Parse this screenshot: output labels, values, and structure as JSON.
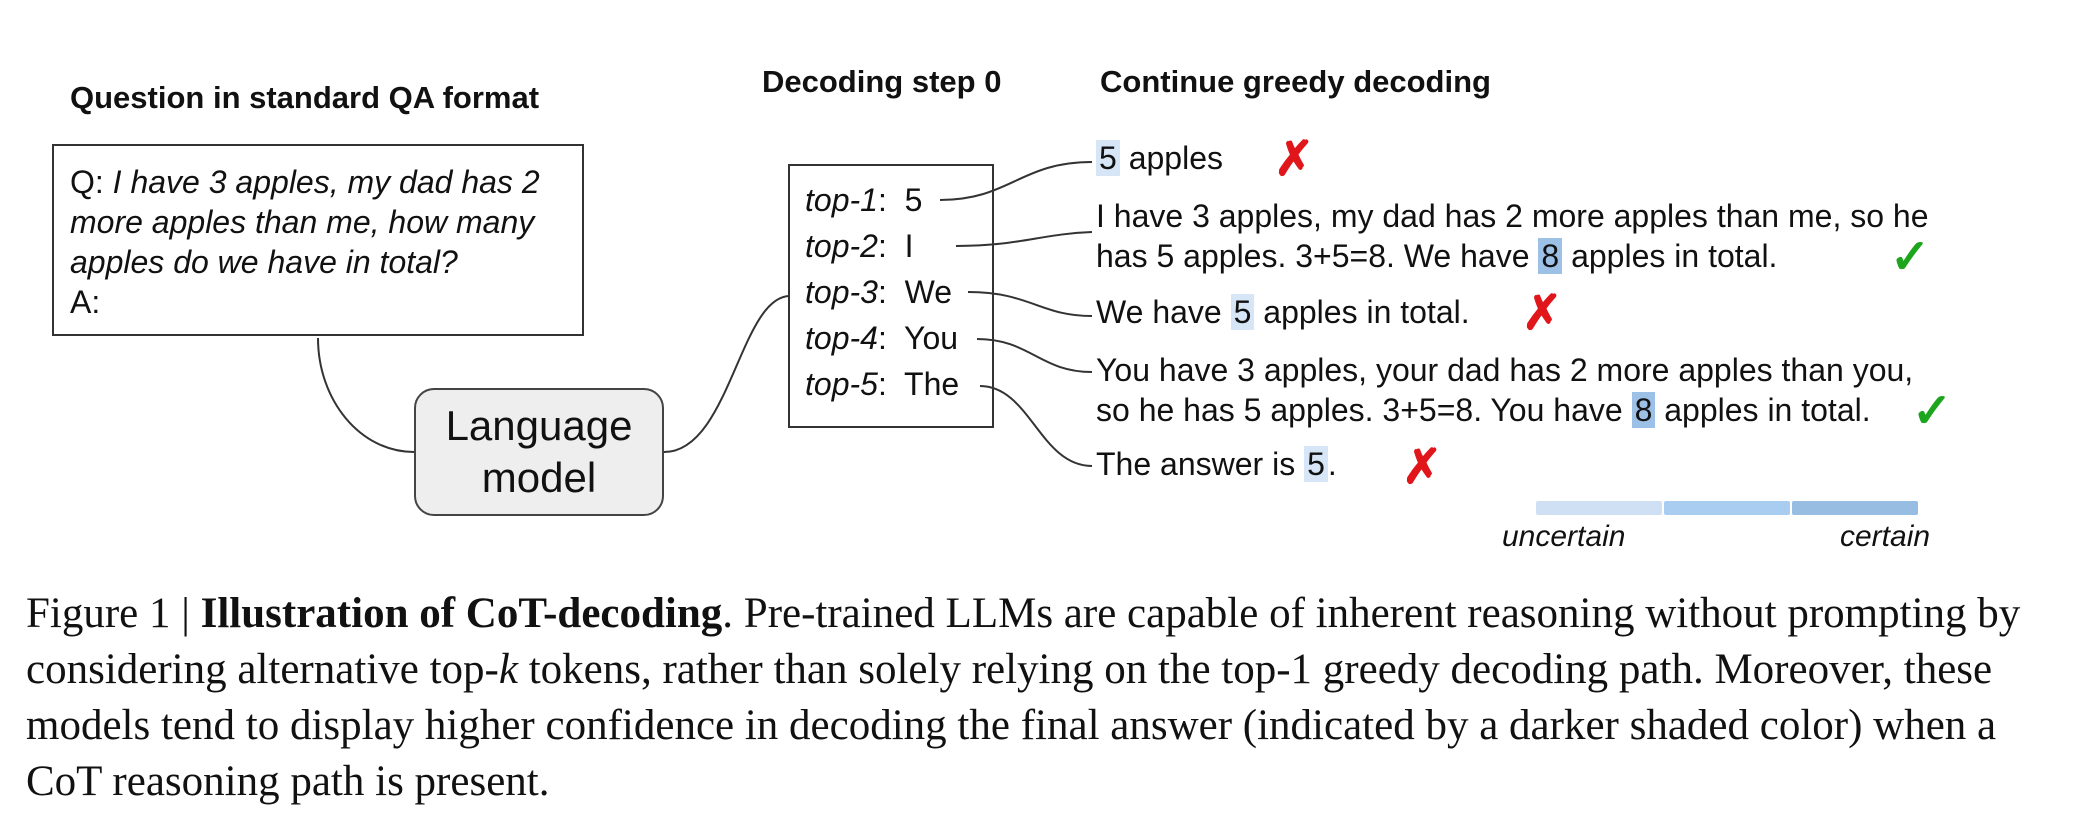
{
  "headers": {
    "question": "Question in standard QA format",
    "decoding_step": "Decoding step 0",
    "greedy": "Continue greedy decoding"
  },
  "question": {
    "q_prefix": "Q: ",
    "q_text": "I have 3 apples, my dad has 2 more apples than me, how many apples do we have in total?",
    "a_prefix": "A:"
  },
  "model": {
    "line1": "Language",
    "line2": "model"
  },
  "candidates": [
    {
      "rank": "top-1",
      "sep": ":",
      "token": "5"
    },
    {
      "rank": "top-2",
      "sep": ":",
      "token": "I"
    },
    {
      "rank": "top-3",
      "sep": ":",
      "token": "We"
    },
    {
      "rank": "top-4",
      "sep": ":",
      "token": "You"
    },
    {
      "rank": "top-5",
      "sep": ":",
      "token": "The"
    }
  ],
  "paths": [
    {
      "pre": "",
      "hl": "5",
      "post": " apples",
      "confidence": "light",
      "correct": false
    },
    {
      "line1": "I have 3 apples, my dad has 2 more apples than me, so he",
      "pre": "has 5 apples. 3+5=8. We have ",
      "hl": "8",
      "post": " apples in total.",
      "confidence": "dark",
      "correct": true
    },
    {
      "pre": "We have ",
      "hl": "5",
      "post": " apples in total.",
      "confidence": "light",
      "correct": false
    },
    {
      "line1": "You have 3 apples, your dad has 2 more apples than you,",
      "pre": "so he has 5 apples. 3+5=8. You have ",
      "hl": "8",
      "post": " apples in total.",
      "confidence": "dark",
      "correct": true
    },
    {
      "pre": "The answer is ",
      "hl": "5",
      "post": ".",
      "confidence": "light",
      "correct": false
    }
  ],
  "marks": {
    "wrong_icon": "red-cross-icon",
    "right_icon": "green-check-icon",
    "wrong_glyph": "✗",
    "right_glyph": "✓",
    "wrong_color": "#e0161b",
    "right_color": "#1ea51e"
  },
  "confidence_scale": {
    "low_label": "uncertain",
    "high_label": "certain",
    "colors": [
      "#cfe0f4",
      "#a9cdf0",
      "#97bde3"
    ]
  },
  "caption": {
    "prefix": "Figure 1 | ",
    "title": "Illustration of CoT-decoding",
    "body_1": ". Pre-trained LLMs are capable of inherent reasoning without prompting by considering alternative top-",
    "k": "k",
    "body_2": " tokens, rather than solely relying on the top-1 greedy decoding path. Moreover, these models tend to display higher confidence in decoding the final answer (indicated by a darker shaded color) when a CoT reasoning path is present."
  }
}
